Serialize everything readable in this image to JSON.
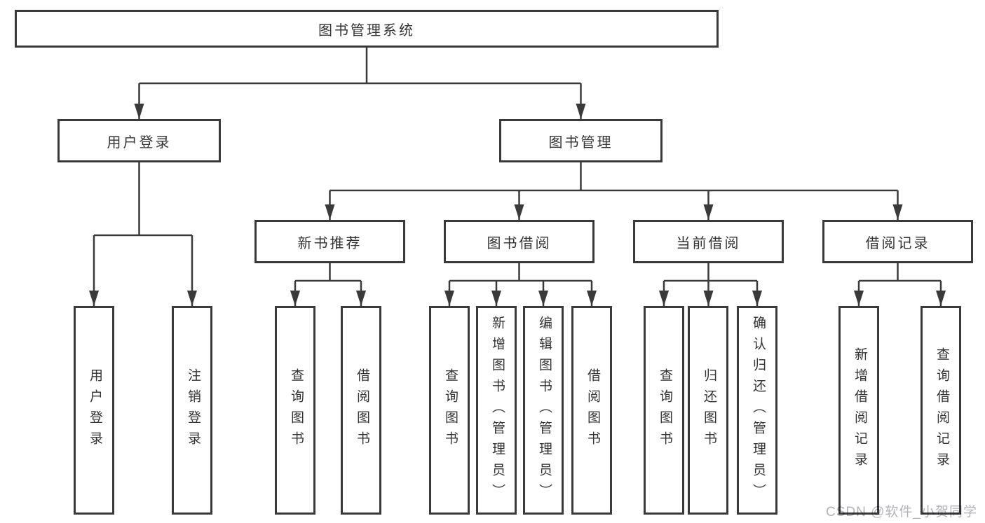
{
  "root": {
    "label": "图书管理系统"
  },
  "user_login": {
    "label": "用户登录",
    "children": [
      {
        "label": "用户登录"
      },
      {
        "label": "注销登录"
      }
    ]
  },
  "book_management": {
    "label": "图书管理",
    "groups": [
      {
        "label": "新书推荐",
        "children": [
          {
            "label": "查询图书"
          },
          {
            "label": "借阅图书"
          }
        ]
      },
      {
        "label": "图书借阅",
        "children": [
          {
            "label": "查询图书"
          },
          {
            "label": "新增图书（管理员）"
          },
          {
            "label": "编辑图书（管理员）"
          },
          {
            "label": "借阅图书"
          }
        ]
      },
      {
        "label": "当前借阅",
        "children": [
          {
            "label": "查询图书"
          },
          {
            "label": "归还图书"
          },
          {
            "label": "确认归还（管理员）"
          }
        ]
      },
      {
        "label": "借阅记录",
        "children": [
          {
            "label": "新增借阅记录"
          },
          {
            "label": "查询借阅记录"
          }
        ]
      }
    ]
  },
  "watermark": "CSDN @软件_小贺同学",
  "colors": {
    "line": "#3a3a3a",
    "box_border": "#3a3a3a",
    "text": "#333333",
    "watermark": "#b3b3b8",
    "background": "#ffffff"
  }
}
